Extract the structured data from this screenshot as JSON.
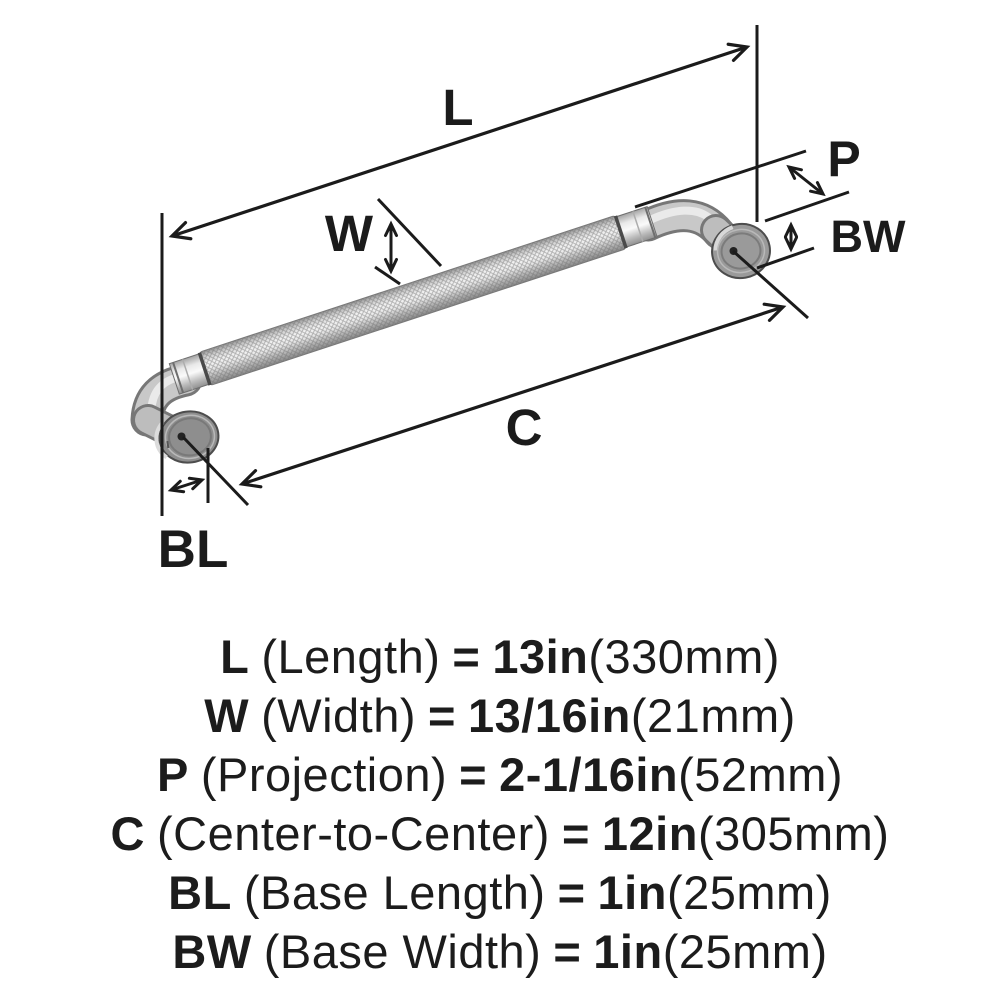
{
  "page": {
    "background_color": "#ffffff",
    "line_color": "#1b1b1b",
    "metal_colors": {
      "light": "#f2f2f2",
      "mid": "#c8c8c8",
      "dark": "#8a8a8a",
      "outline": "#777777"
    }
  },
  "diagram": {
    "description": "knurled bar cabinet pull with dimension callouts",
    "labels": {
      "L": "L",
      "W": "W",
      "P": "P",
      "C": "C",
      "BL": "BL",
      "BW": "BW"
    }
  },
  "specs": [
    {
      "variable": "L",
      "name": "(Length)",
      "equals": "=",
      "value": "13in",
      "metric": "(330mm)"
    },
    {
      "variable": "W",
      "name": "(Width)",
      "equals": "=",
      "value": "13/16in",
      "metric": "(21mm)"
    },
    {
      "variable": "P",
      "name": "(Projection)",
      "equals": "=",
      "value": "2-1/16in",
      "metric": "(52mm)"
    },
    {
      "variable": "C",
      "name": "(Center-to-Center)",
      "equals": "=",
      "value": "12in",
      "metric": "(305mm)"
    },
    {
      "variable": "BL",
      "name": "(Base Length)",
      "equals": "=",
      "value": "1in",
      "metric": "(25mm)"
    },
    {
      "variable": "BW",
      "name": "(Base Width)",
      "equals": "=",
      "value": "1in",
      "metric": "(25mm)"
    }
  ]
}
